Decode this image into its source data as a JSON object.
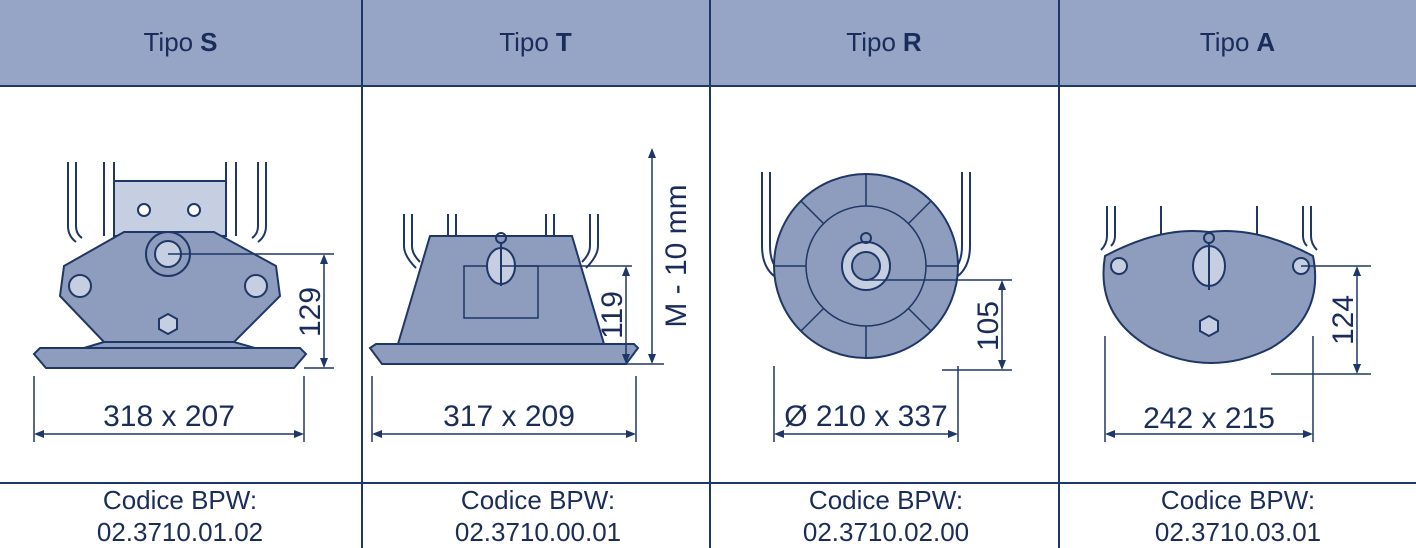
{
  "columns": [
    {
      "prefix": "Tipo",
      "letter": "S",
      "dimensions": "318 x 207",
      "height": "129",
      "code_label": "Codice BPW:",
      "code": "02.3710.01.02"
    },
    {
      "prefix": "Tipo",
      "letter": "T",
      "dimensions": "317 x 209",
      "height": "119",
      "extra_dimension": "M - 10 mm",
      "code_label": "Codice BPW:",
      "code": "02.3710.00.01"
    },
    {
      "prefix": "Tipo",
      "letter": "R",
      "dimensions": "Ø 210 x 337",
      "height": "105",
      "code_label": "Codice BPW:",
      "code": "02.3710.02.00"
    },
    {
      "prefix": "Tipo",
      "letter": "A",
      "dimensions": "242 x 215",
      "height": "124",
      "code_label": "Codice BPW:",
      "code": "02.3710.03.01"
    }
  ],
  "colors": {
    "header_bg": "#96a5c6",
    "drawing_fill": "#8e9dbd",
    "line": "#1f3766",
    "text": "#1a2d5a"
  }
}
